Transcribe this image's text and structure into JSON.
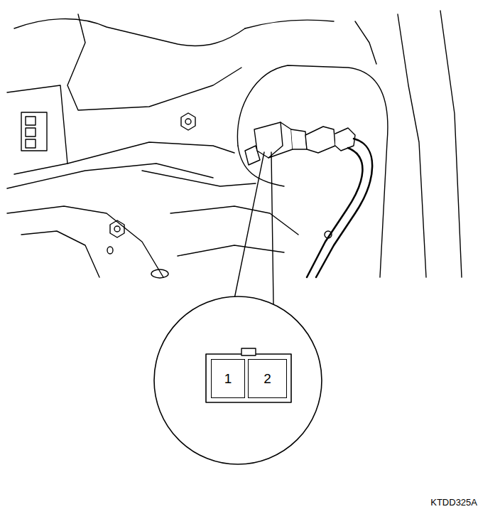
{
  "diagram": {
    "nodes": [
      {
        "text": [
          "1"
        ]
      },
      {
        "text": [
          "2"
        ]
      }
    ],
    "labels": [
      "KTDD325A"
    ]
  }
}
